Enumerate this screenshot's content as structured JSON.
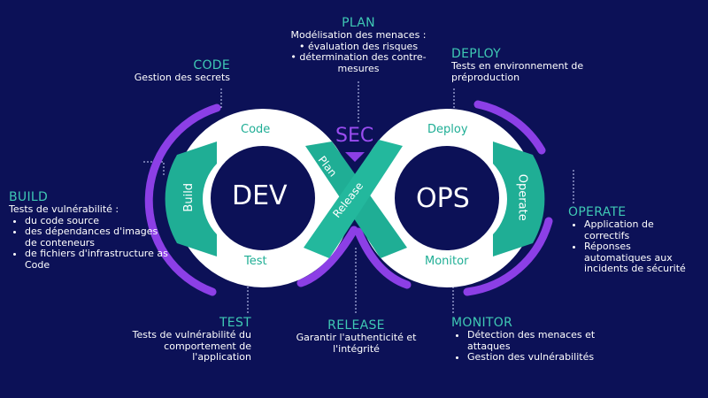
{
  "colors": {
    "background": "#0c1157",
    "teal": "#1fae95",
    "purple": "#8c3fe6",
    "heading": "#3fc9b4",
    "ring": "#ffffff"
  },
  "center": {
    "dev": "DEV",
    "ops": "OPS",
    "sec": "SEC"
  },
  "ring_labels": {
    "code": "Code",
    "build": "Build",
    "test": "Test",
    "plan": "Plan",
    "release": "Release",
    "deploy": "Deploy",
    "operate": "Operate",
    "monitor": "Monitor"
  },
  "plan": {
    "title": "PLAN",
    "text": "Modélisation des menaces :",
    "items": [
      "évaluation des risques",
      "détermination des contre-mesures"
    ]
  },
  "code": {
    "title": "CODE",
    "text": "Gestion des secrets"
  },
  "deploy": {
    "title": "DEPLOY",
    "text": "Tests en environnement de préproduction"
  },
  "build": {
    "title": "BUILD",
    "text": "Tests de vulnérabilité :",
    "items": [
      "du code source",
      "des dépendances d'images de conteneurs",
      "de fichiers d'infrastructure as Code"
    ]
  },
  "operate": {
    "title": "OPERATE",
    "items": [
      "Application de correctifs",
      "Réponses automatiques aux incidents de sécurité"
    ]
  },
  "test": {
    "title": "TEST",
    "text": "Tests de vulnérabilité du comportement de l'application"
  },
  "release": {
    "title": "RELEASE",
    "text": "Garantir l'authenticité et l'intégrité"
  },
  "monitor": {
    "title": "MONITOR",
    "items": [
      "Détection des menaces et attaques",
      "Gestion des vulnérabilités"
    ]
  }
}
